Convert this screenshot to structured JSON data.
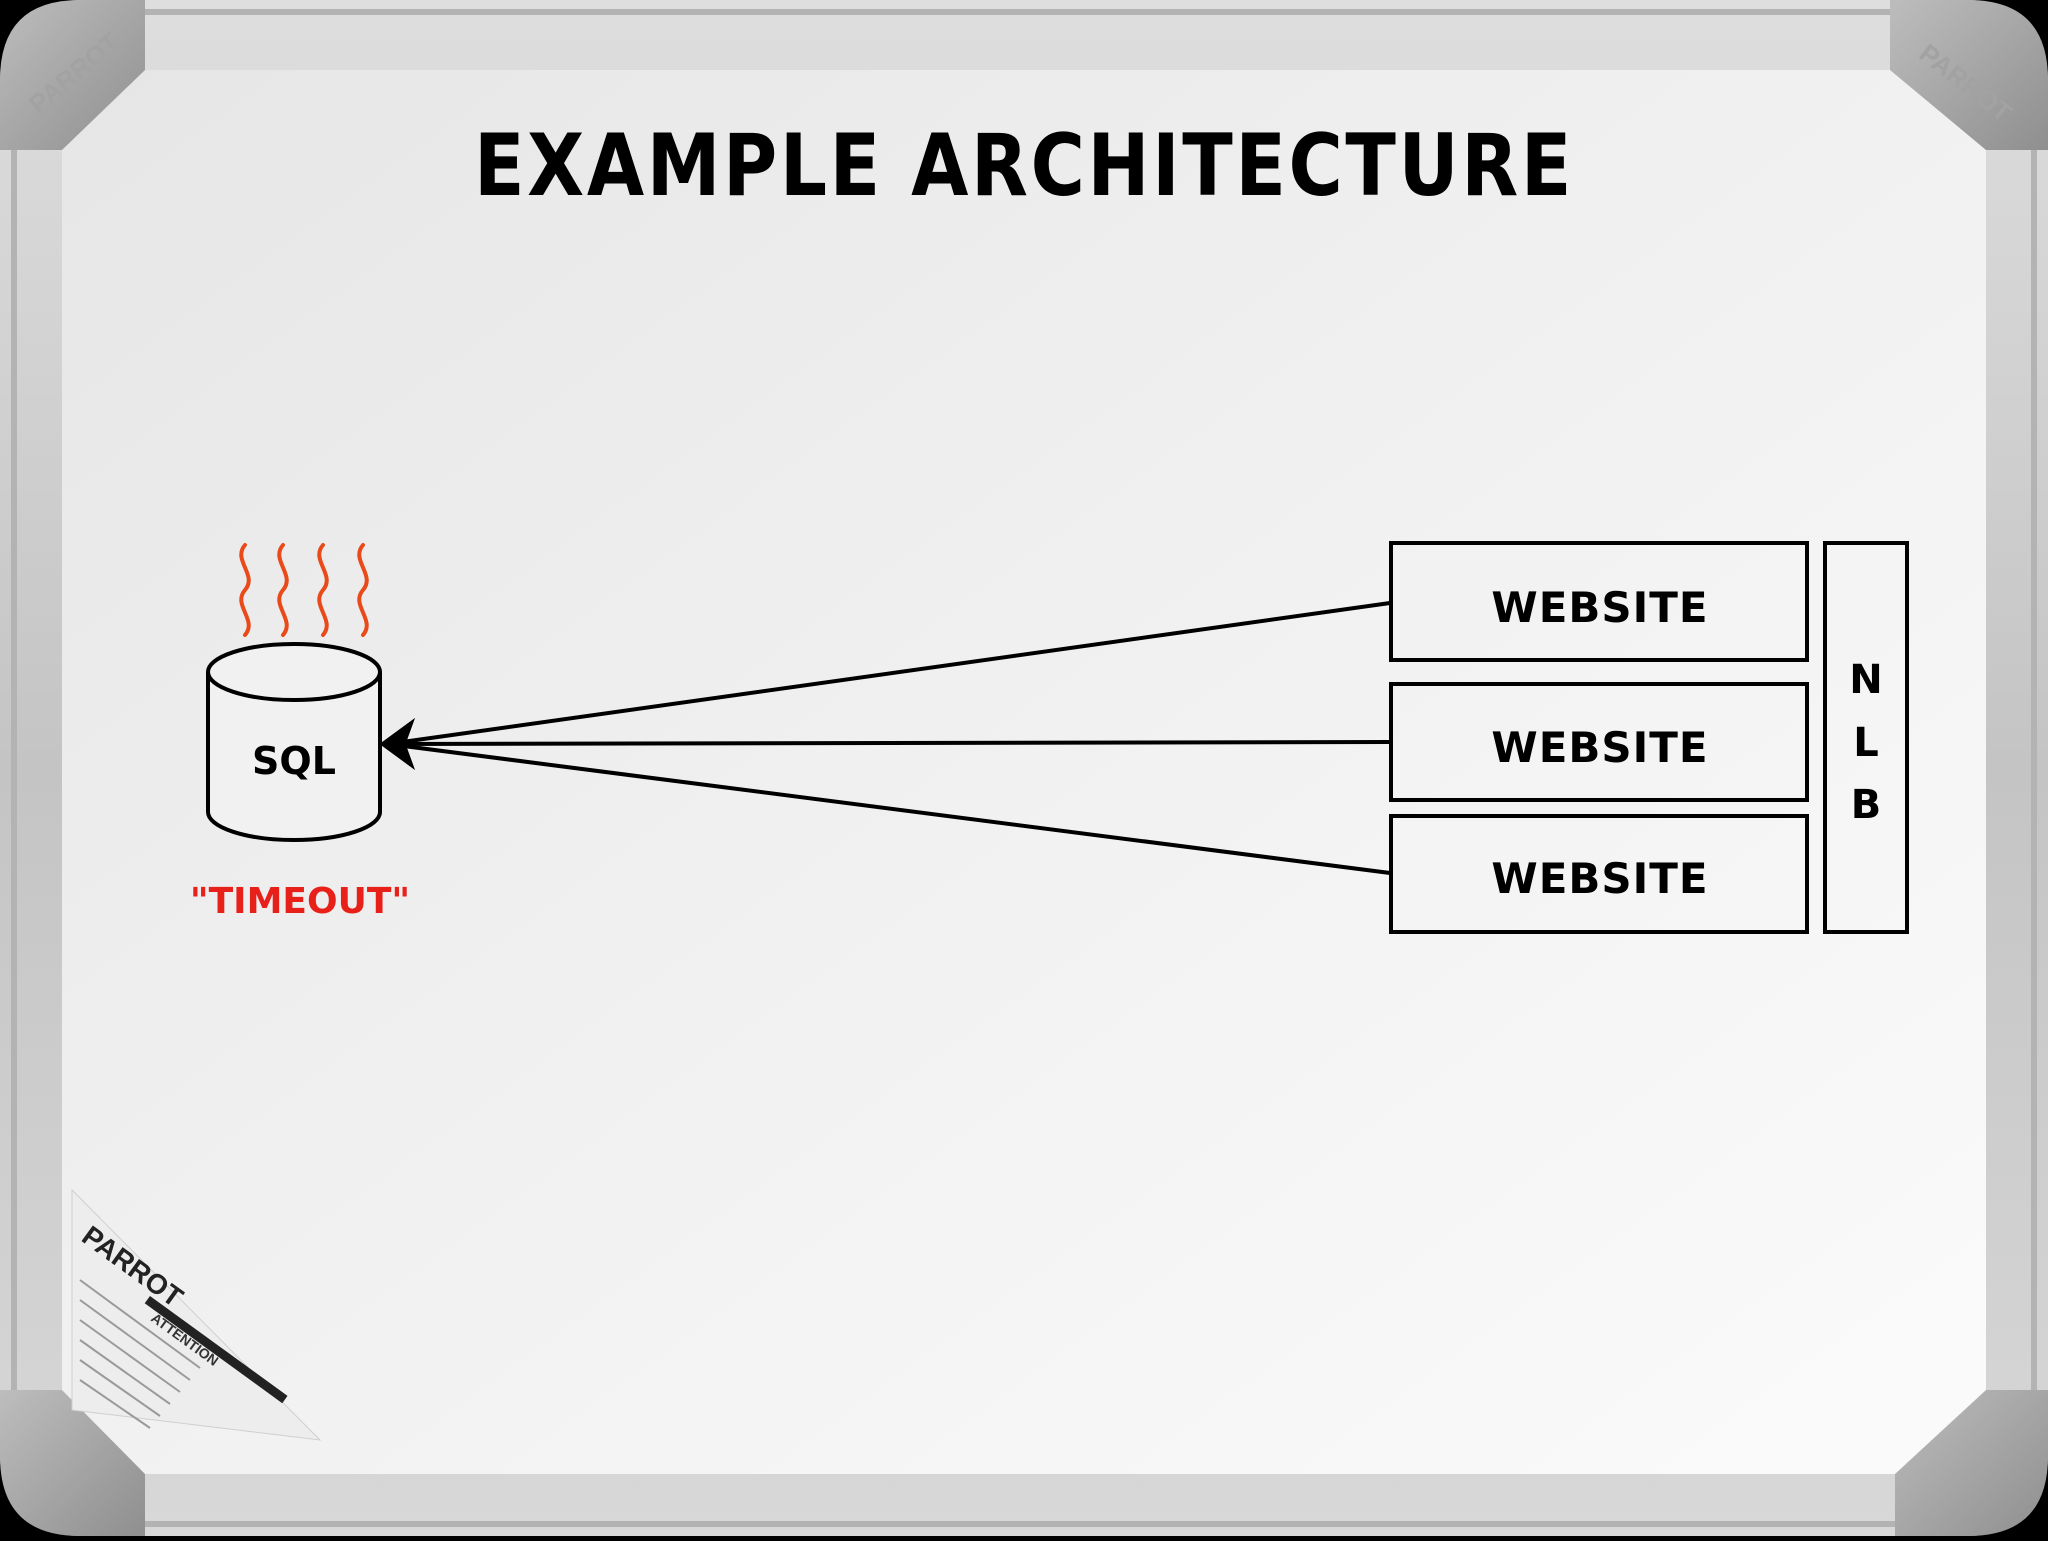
{
  "title": "EXAMPLE ARCHITECTURE",
  "database": {
    "label": "SQL",
    "status": "\"TIMEOUT\""
  },
  "websites": [
    {
      "label": "WEBSITE"
    },
    {
      "label": "WEBSITE"
    },
    {
      "label": "WEBSITE"
    }
  ],
  "load_balancer": {
    "letters": [
      "N",
      "L",
      "B"
    ]
  },
  "frame": {
    "brand": "PARROT",
    "sticker_brand": "PARROT",
    "sticker_heading": "ATTENTION"
  },
  "colors": {
    "ink": "#000000",
    "alert": "#e8201a",
    "heat": "#e84a1a",
    "board": "#f1f1f1",
    "frame": "#c9c9c9"
  }
}
